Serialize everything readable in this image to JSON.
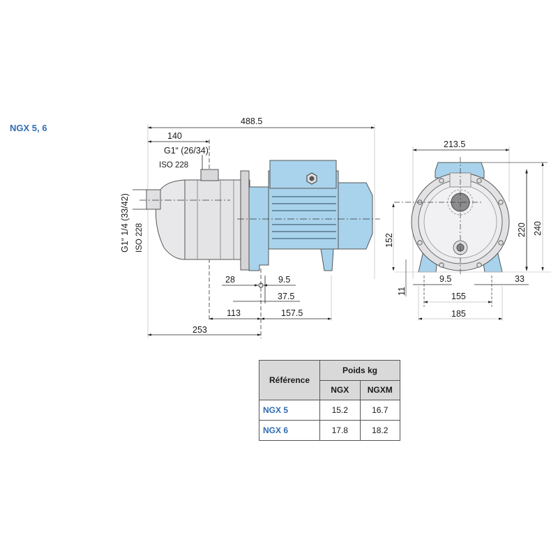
{
  "title": "NGX 5, 6",
  "colors": {
    "title_blue": "#2f6db3",
    "motor_blue": "#a9d3ec",
    "pump_grey": "#e4e4e6",
    "table_header": "#d9d9d9"
  },
  "side_view": {
    "dims": {
      "overall_length": "488.5",
      "inlet_to_outlet": "140",
      "outlet_thread": "G1“ (26/34)",
      "outlet_std": "ISO 228",
      "inlet_thread": "G1“ 1/4 (33/42)",
      "inlet_std": "ISO 228",
      "foot_left": "28",
      "foot_right": "9.5",
      "foot_hole": "37.5",
      "axis_to_foot_left": "113",
      "axis_to_foot_right": "157.5",
      "inlet_to_foot": "253"
    }
  },
  "front_view": {
    "dims": {
      "width": "213.5",
      "height_inner": "220",
      "height_total": "240",
      "axis_height": "152",
      "foot_thickness": "11",
      "foot_hole_left": "9.5",
      "foot_hole_right": "33",
      "hole_spacing": "155",
      "foot_width": "185"
    }
  },
  "table": {
    "header_ref": "Référence",
    "header_group": "Poids kg",
    "col1": "NGX",
    "col2": "NGXM",
    "rows": [
      {
        "ref": "NGX 5",
        "ngx": "15.2",
        "ngxm": "16.7"
      },
      {
        "ref": "NGX 6",
        "ngx": "17.8",
        "ngxm": "18.2"
      }
    ]
  }
}
